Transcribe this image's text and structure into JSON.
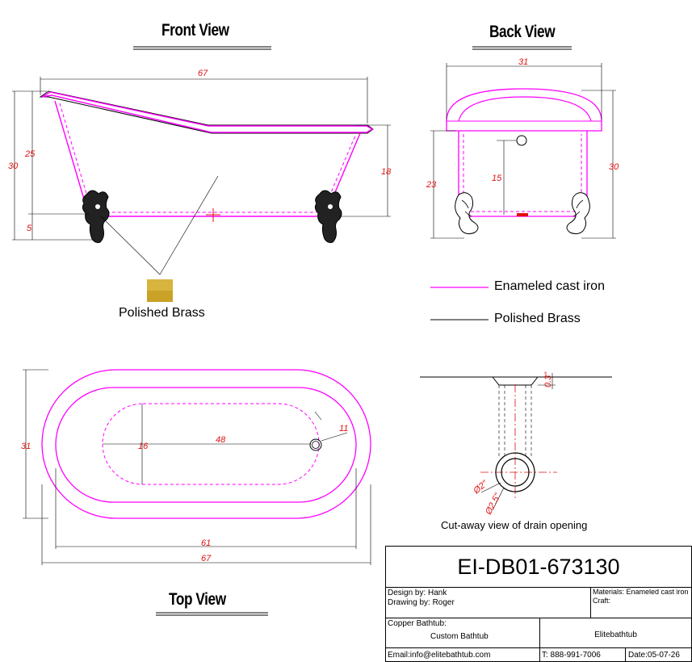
{
  "views": {
    "front": "Front  View",
    "back": "Back View",
    "top": "Top View"
  },
  "front_dims": {
    "length": "67",
    "height_total": "30",
    "height_rim": "25",
    "foot": "5",
    "depth": "18"
  },
  "back_dims": {
    "width": "31",
    "height_total": "30",
    "height_inner": "23",
    "depth": "15"
  },
  "top_dims": {
    "width": "31",
    "inner_length": "48",
    "inner_width": "16",
    "drain": "11",
    "length_inner": "61",
    "length": "67"
  },
  "drain_dims": {
    "d1": "0.3\"",
    "d2": "Ø2\"",
    "d3": "Ø2.5\""
  },
  "swatch_label": "Polished Brass",
  "legend": [
    {
      "label": "Enameled cast iron",
      "color": "#ff00ff"
    },
    {
      "label": "Polished Brass",
      "color": "#000000"
    }
  ],
  "drain_caption": "Cut-away view of drain opening",
  "title_block": {
    "code": "EI-DB01-673130",
    "design_by": "Design by: Hank",
    "drawing_by": "Drawing by: Roger",
    "materials": "Materials: Enameled cast iron",
    "craft": "Craft:",
    "product_line1": "Copper Bathtub:",
    "product_line2": "Custom  Bathtub",
    "company": "Elitebathtub",
    "email": "Email:info@elitebathtub.com",
    "phone": "T: 888-991-7006",
    "date": "Date:05-07-26"
  },
  "colors": {
    "enamel": "#ff00ff",
    "brass": "#000000",
    "dimension": "#e01010",
    "swatch": "#c9a227"
  }
}
